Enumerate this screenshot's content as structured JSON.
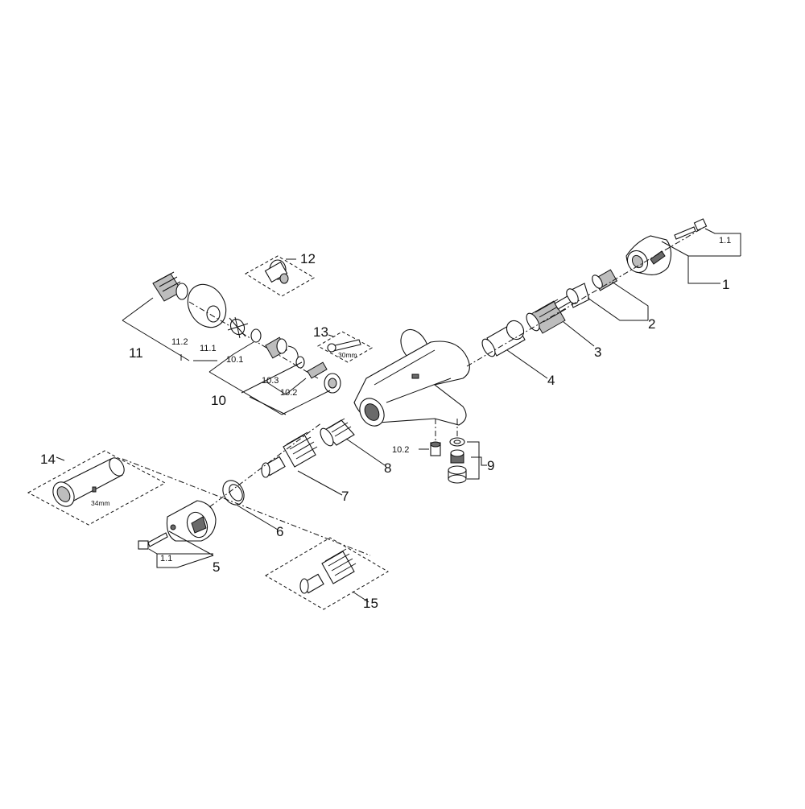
{
  "diagram": {
    "callouts": {
      "c1": "1",
      "c1_1a": "1.1",
      "c2": "2",
      "c3": "3",
      "c4": "4",
      "c5": "5",
      "c1_1b": "1.1",
      "c6": "6",
      "c7": "7",
      "c8": "8",
      "c9": "9",
      "c10": "10",
      "c10_1": "10.1",
      "c10_2a": "10.2",
      "c10_3": "10.3",
      "c10_2b": "10.2",
      "c11": "11",
      "c11_1": "11.1",
      "c11_2": "11.2",
      "c12": "12",
      "c13": "13",
      "c14": "14",
      "c15": "15"
    },
    "dimensions": {
      "wrench_size": "30mm",
      "socket_size": "34mm"
    }
  }
}
